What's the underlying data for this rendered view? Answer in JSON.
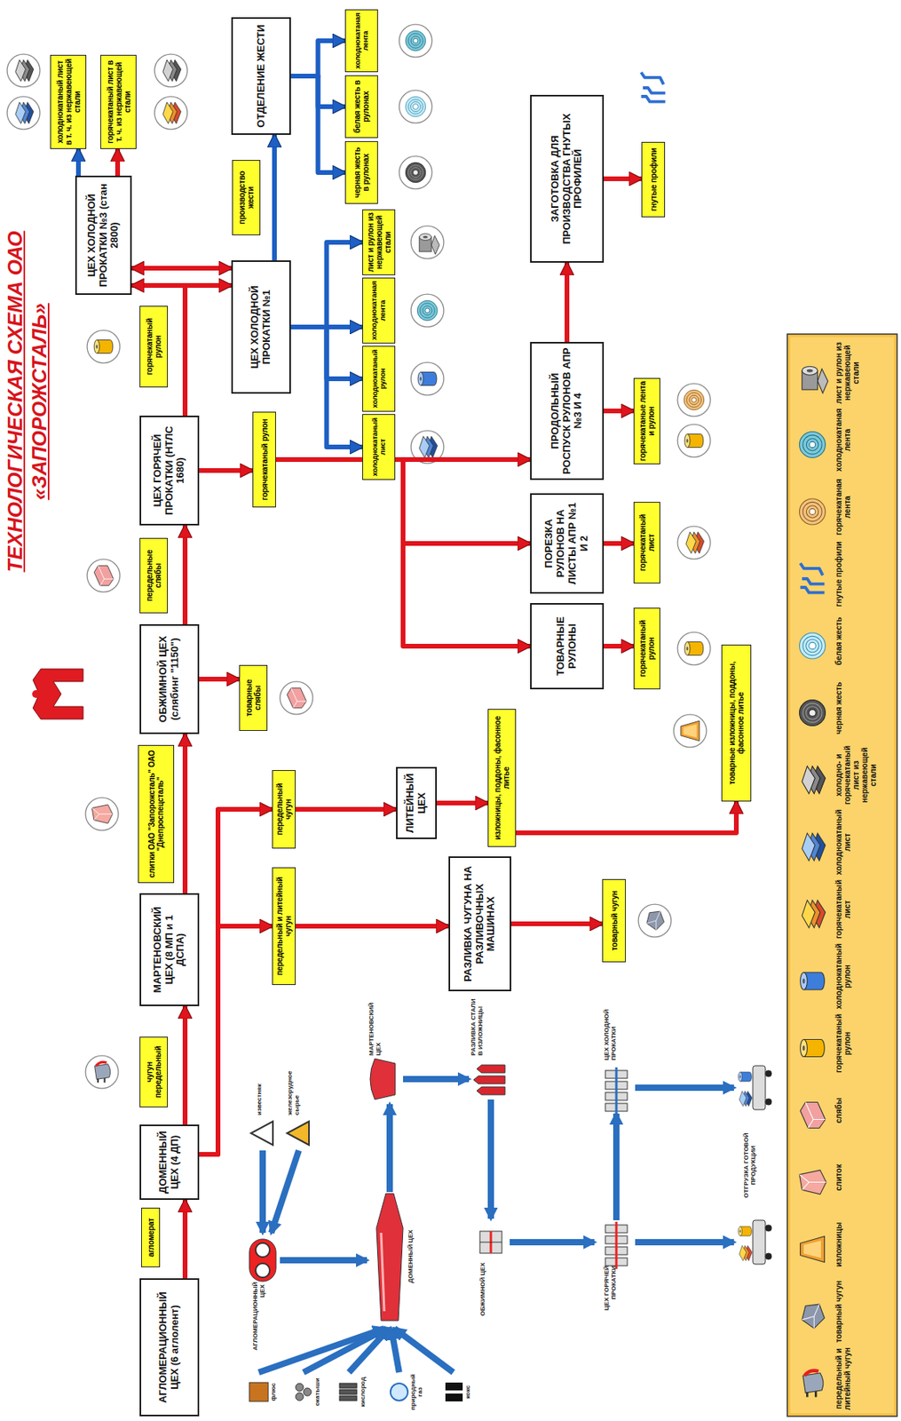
{
  "diagram": {
    "title": "ТЕХНОЛОГИЧЕСКАЯ СХЕМА ОАО «ЗАПОРОЖСТАЛЬ»",
    "nodes": [
      {
        "text": [
          "АГЛОМЕРАЦИОННЫЙ ЦЕХ (6 аглолент)"
        ]
      },
      {
        "text": [
          "агломерат"
        ]
      },
      {
        "text": [
          "ДОМЕННЫЙ ЦЕХ (4 ДП)"
        ]
      },
      {
        "text": [
          "чугун передельный"
        ]
      },
      {
        "text": [
          "МАРТЕНОВСКИЙ ЦЕХ (8 МП и 1 ДСПА)"
        ]
      },
      {
        "text": [
          "слитки ОАО \"Запорожсталь\" ОАО \"Днепроспецсталь\""
        ]
      },
      {
        "text": [
          "ОБЖИМНОЙ ЦЕХ (слябинг \"1150\")"
        ]
      },
      {
        "text": [
          "передельные слябы"
        ]
      },
      {
        "text": [
          "товарные слябы"
        ]
      },
      {
        "text": [
          "ЦЕХ ГОРЯЧЕЙ ПРОКАТКИ (НТЛС 1680)"
        ]
      },
      {
        "text": [
          "горячекатаный рулон"
        ]
      },
      {
        "text": [
          "ЦЕХ ХОЛОДНОЙ ПРОКАТКИ №3 (стан 2800)"
        ]
      },
      {
        "text": [
          "холоднокатаный лист в т. ч. из нержавеющей стали"
        ]
      },
      {
        "text": [
          "горячекатаный лист в т. ч. из нержавеющей стали"
        ]
      },
      {
        "text": [
          "ЦЕХ ХОЛОДНОЙ ПРОКАТКИ №1"
        ]
      },
      {
        "text": [
          "производство жести"
        ]
      },
      {
        "text": [
          "ОТДЕЛЕНИЕ ЖЕСТИ"
        ]
      },
      {
        "text": [
          "холоднокатаный лист"
        ]
      },
      {
        "text": [
          "холоднокатаный рулон"
        ]
      },
      {
        "text": [
          "холоднокатаная лента"
        ]
      },
      {
        "text": [
          "лист и рулон из нержавеющей стали"
        ]
      },
      {
        "text": [
          "черная жесть в рулонах"
        ]
      },
      {
        "text": [
          "белая жесть в рулонах"
        ]
      },
      {
        "text": [
          "холоднокатаная лента"
        ]
      },
      {
        "text": [
          "горячекатаный рулон"
        ]
      },
      {
        "text": [
          "ТОВАРНЫЕ РУЛОНЫ"
        ]
      },
      {
        "text": [
          "ПОРЕЗКА РУЛОНОВ НА ЛИСТЫ АПР №1 И 2"
        ]
      },
      {
        "text": [
          "ПРОДОЛЬНЫЙ РОСПУСК РУЛОНОВ АПР №3 И 4"
        ]
      },
      {
        "text": [
          "горячекатаный рулон"
        ]
      },
      {
        "text": [
          "горячекатаный лист"
        ]
      },
      {
        "text": [
          "горячекатаные лента и рулон"
        ]
      },
      {
        "text": [
          "ЗАГОТОВКА ДЛЯ ПРОИЗВОДСТВА ГНУТЫХ ПРОФИЛЕЙ"
        ]
      },
      {
        "text": [
          "гнутые профили"
        ]
      },
      {
        "text": [
          "передельный и литейный чугун"
        ]
      },
      {
        "text": [
          "передельный чугун"
        ]
      },
      {
        "text": [
          "РАЗЛИВКА ЧУГУНА НА РАЗЛИВОЧНЫХ МАШИНАХ"
        ]
      },
      {
        "text": [
          "товарный чугун"
        ]
      },
      {
        "text": [
          "ЛИТЕЙНЫЙ ЦЕХ"
        ]
      },
      {
        "text": [
          "изложницы, поддоны, фасонное литье"
        ]
      },
      {
        "text": [
          "товарные изложницы, поддоны, фасонное литье"
        ]
      }
    ],
    "edges": [
      {
        "from": 0,
        "to": 2,
        "arrow": "to"
      },
      {
        "from": 2,
        "to": 4,
        "arrow": "to"
      },
      {
        "from": 4,
        "to": 6,
        "arrow": "to"
      },
      {
        "from": 6,
        "to": 9,
        "arrow": "to"
      },
      {
        "from": 6,
        "to": 8,
        "arrow": "to"
      },
      {
        "from": 9,
        "to": 11,
        "arrow": "to"
      },
      {
        "from": 9,
        "to": 14,
        "arrow": "to"
      },
      {
        "from": 11,
        "to": 14,
        "arrow": "both"
      },
      {
        "from": 11,
        "to": 12,
        "arrow": "to"
      },
      {
        "from": 11,
        "to": 13,
        "arrow": "to"
      },
      {
        "from": 14,
        "to": 16,
        "arrow": "to"
      },
      {
        "from": 14,
        "to": 17,
        "arrow": "to"
      },
      {
        "from": 14,
        "to": 18,
        "arrow": "to"
      },
      {
        "from": 14,
        "to": 19,
        "arrow": "to"
      },
      {
        "from": 14,
        "to": 20,
        "arrow": "to"
      },
      {
        "from": 16,
        "to": 21,
        "arrow": "to"
      },
      {
        "from": 16,
        "to": 22,
        "arrow": "to"
      },
      {
        "from": 16,
        "to": 23,
        "arrow": "to"
      },
      {
        "from": 9,
        "to": 24,
        "arrow": "to"
      },
      {
        "from": 24,
        "to": 25,
        "arrow": "to"
      },
      {
        "from": 24,
        "to": 26,
        "arrow": "to"
      },
      {
        "from": 24,
        "to": 27,
        "arrow": "to"
      },
      {
        "from": 25,
        "to": 28,
        "arrow": "to"
      },
      {
        "from": 26,
        "to": 29,
        "arrow": "to"
      },
      {
        "from": 27,
        "to": 30,
        "arrow": "to"
      },
      {
        "from": 27,
        "to": 31,
        "arrow": "to"
      },
      {
        "from": 31,
        "to": 32,
        "arrow": "to"
      },
      {
        "from": 2,
        "to": 33,
        "arrow": "to"
      },
      {
        "from": 2,
        "to": 34,
        "arrow": "to"
      },
      {
        "from": 33,
        "to": 35,
        "arrow": "to"
      },
      {
        "from": 35,
        "to": 36,
        "arrow": "to"
      },
      {
        "from": 34,
        "to": 37,
        "arrow": "to"
      },
      {
        "from": 37,
        "to": 38,
        "arrow": "to"
      },
      {
        "from": 38,
        "to": 39,
        "arrow": "to"
      }
    ],
    "labels": [
      "АГЛОМЕРАЦИОННЫЙ ЦЕХ",
      "известняк",
      "железорудное сырье",
      "ДОМЕННЫЙ ЦЕХ",
      "МАРТЕНОВСКИЙ ЦЕХ",
      "РАЗЛИВКА СТАЛИ В ИЗЛОЖНИЦЫ",
      "ОБЖИМНОЙ ЦЕХ",
      "ЦЕХ ГОРЯЧЕЙ ПРОКАТКИ",
      "ЦЕХ ХОЛОДНОЙ ПРОКАТКИ",
      "ОТГРУЗКА ГОТОВОЙ ПРОДУКЦИИ",
      "флюс",
      "окатыши",
      "кислород",
      "природный газ",
      "кокс"
    ],
    "legend": [
      {
        "text": "передельный и литейный чугун"
      },
      {
        "text": "товарный чугун"
      },
      {
        "text": "изложницы"
      },
      {
        "text": "слиток"
      },
      {
        "text": "слябы"
      },
      {
        "text": "горячекатаный рулон"
      },
      {
        "text": "холоднокатаный рулон"
      },
      {
        "text": "горячекатаный лист"
      },
      {
        "text": "холоднокатаный лист"
      },
      {
        "text": "холодно- и горячекатаный лист из нержавеющей стали"
      },
      {
        "text": "черная жесть"
      },
      {
        "text": "белая жесть"
      },
      {
        "text": "гнутые профили"
      },
      {
        "text": "горячекатаная лента"
      },
      {
        "text": "холоднокатаная лента"
      },
      {
        "text": "лист и рулон из нержавеющей стали"
      }
    ]
  }
}
